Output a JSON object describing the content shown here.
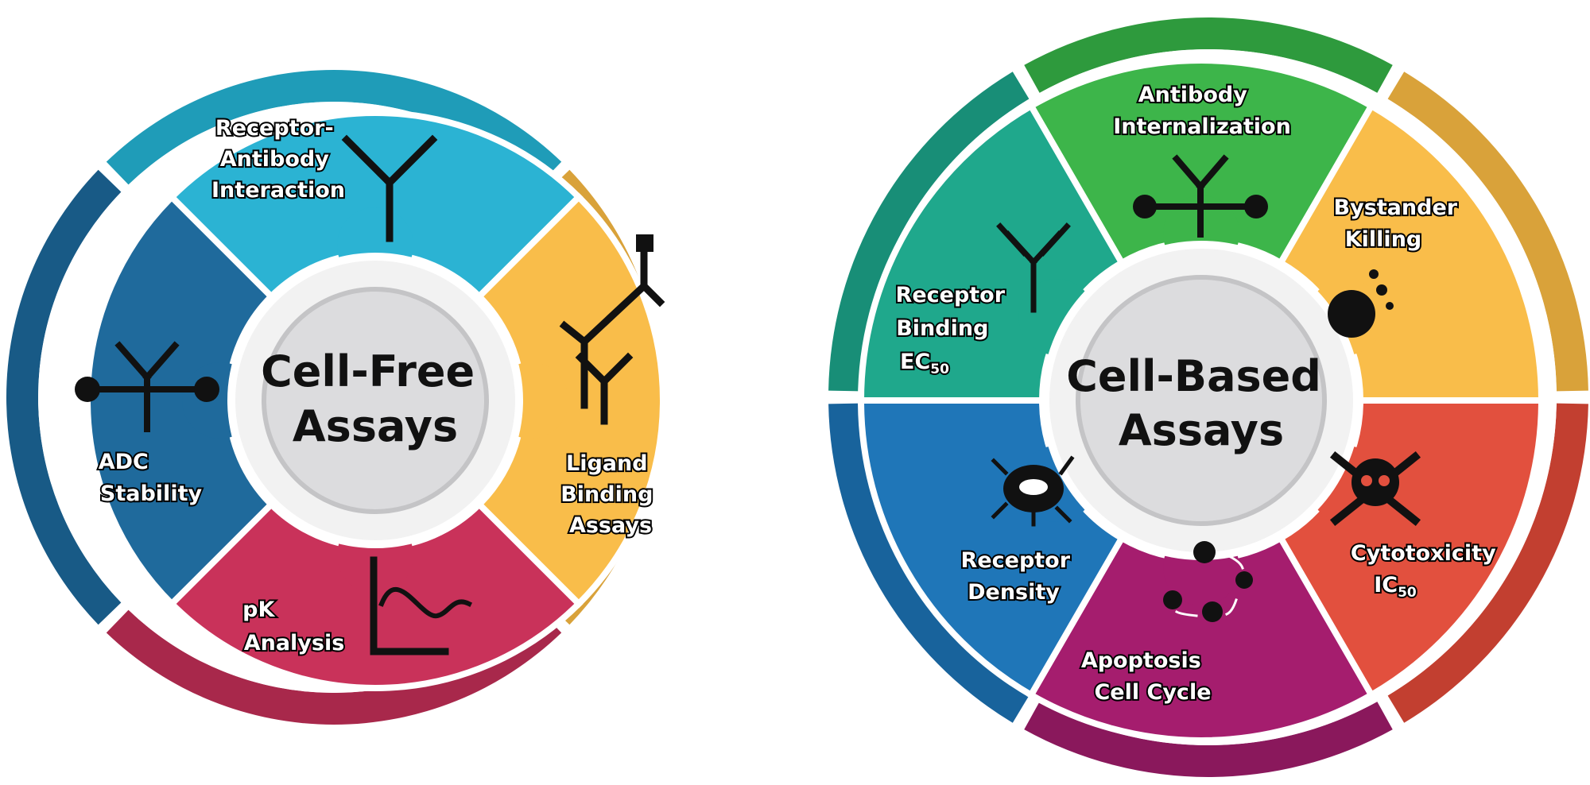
{
  "left_wheel": {
    "center_title": [
      "Cell-Free",
      "Assays"
    ],
    "segments": [
      {
        "label": [
          "Receptor-",
          "Antibody",
          "Interaction"
        ],
        "color": "#2bb3d3",
        "ring": "#1f9cb8",
        "icon": "antibody-icon"
      },
      {
        "label": [
          "Ligand",
          "Binding",
          "Assays"
        ],
        "color": "#f9bd4a",
        "ring": "#d9a23a",
        "icon": "ligand-binding-icon"
      },
      {
        "label": [
          "pK",
          "Analysis"
        ],
        "color": "#c9325a",
        "ring": "#a8284b",
        "icon": "pk-curve-icon"
      },
      {
        "label": [
          "ADC",
          "Stability"
        ],
        "color": "#1f6a9c",
        "ring": "#185a86",
        "icon": "adc-antibody-icon"
      }
    ]
  },
  "right_wheel": {
    "center_title": [
      "Cell-Based",
      "Assays"
    ],
    "segments": [
      {
        "label": [
          "Antibody",
          "Internalization"
        ],
        "color": "#3db54a",
        "ring": "#2e9a3d",
        "icon": "adc-antibody-icon"
      },
      {
        "label": [
          "Bystander",
          "Killing"
        ],
        "color": "#f9bd4a",
        "ring": "#d9a23a",
        "icon": "exploding-cell-icon"
      },
      {
        "label": [
          "Cytotoxicity",
          "IC",
          "50"
        ],
        "color": "#e2503e",
        "ring": "#c23f30",
        "icon": "skull-crossbones-icon"
      },
      {
        "label": [
          "Apoptosis",
          "Cell Cycle"
        ],
        "color": "#a51d6e",
        "ring": "#8a185c",
        "icon": "cell-cycle-icon"
      },
      {
        "label": [
          "Receptor",
          "Density"
        ],
        "color": "#1f76b8",
        "ring": "#18639c",
        "icon": "cell-receptor-icon"
      },
      {
        "label": [
          "Receptor",
          "Binding",
          "EC",
          "50"
        ],
        "color": "#1fa88c",
        "ring": "#188e77",
        "icon": "antibody-icon"
      }
    ]
  }
}
